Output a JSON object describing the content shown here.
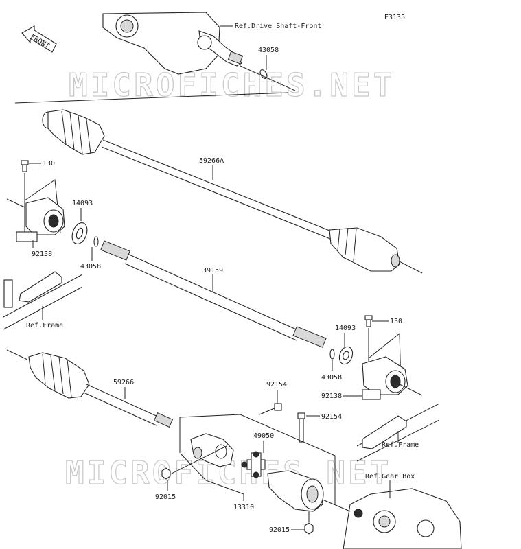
{
  "diagram_code": "E3135",
  "front_badge": "FRONT",
  "watermark": "MICROFICHES.NET",
  "labels": {
    "ref_drive_shaft_front": "Ref.Drive Shaft-Front",
    "p43058_top": "43058",
    "p59266A": "59266A",
    "p130_left": "130",
    "p14093_left": "14093",
    "p92138_left": "92138",
    "p43058_left": "43058",
    "p39159": "39159",
    "ref_frame_left": "Ref.Frame",
    "p14093_right": "14093",
    "p130_right": "130",
    "p43058_right": "43058",
    "p92138_right": "92138",
    "p59266": "59266",
    "p92154_a": "92154",
    "p92154_b": "92154",
    "p49050": "49050",
    "ref_frame_right": "Ref.Frame",
    "ref_gear_box": "Ref.Gear Box",
    "p92015_left": "92015",
    "p13310": "13310",
    "p92015_bottom": "92015"
  }
}
